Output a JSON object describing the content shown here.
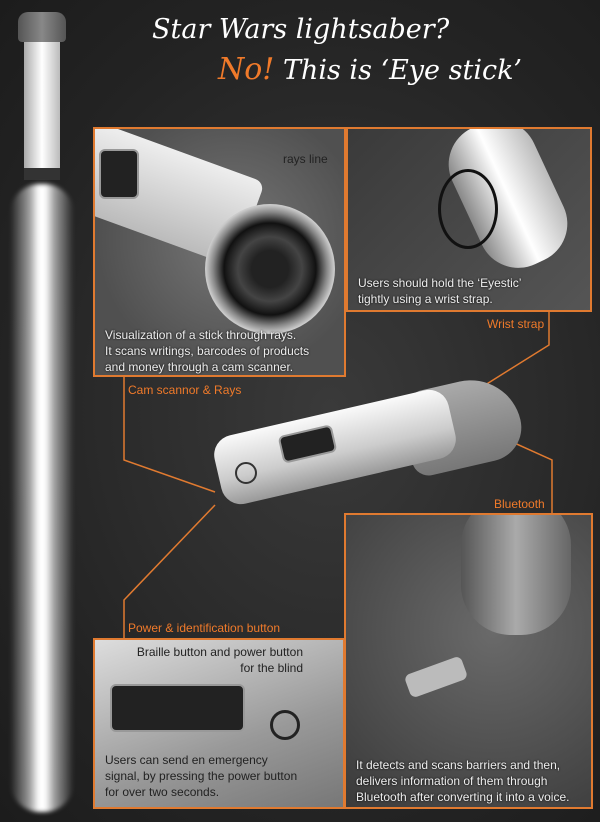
{
  "title": {
    "line1": "Star Wars lightsaber?",
    "no": "No!",
    "line2_rest": " This is ‘Eye stick’"
  },
  "panels": {
    "cam": {
      "annotation": "rays line",
      "text": [
        "Visualization of a stick through rays.",
        "It scans writings, barcodes of products",
        "and money through a cam scanner."
      ],
      "label": "Cam scannor & Rays"
    },
    "wrist": {
      "text": [
        "Users should hold the  ‘Eyestic’",
        "tightly using a wrist strap."
      ],
      "label": "Wrist strap"
    },
    "bluetooth": {
      "text": [
        "It detects and scans barriers and then,",
        "delivers information of them through",
        "Bluetooth after converting it into a voice."
      ],
      "label": "Bluetooth"
    },
    "power": {
      "heading": [
        "Braille button and power button",
        "for the blind"
      ],
      "text": [
        "Users can send en emergency",
        "signal, by pressing the power button",
        "for over two seconds."
      ],
      "label": "Power & identification button"
    }
  },
  "colors": {
    "accent": "#f07a2a",
    "background": "#262626"
  }
}
